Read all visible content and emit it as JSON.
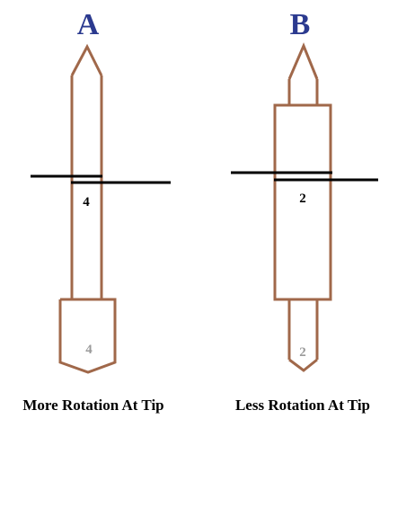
{
  "colors": {
    "shaft": "#a0684a",
    "line": "#000000",
    "title": "#2b3a8f",
    "caption": "#000000",
    "faded_label": "#9a9a9a"
  },
  "diagram_a": {
    "title": "A",
    "upper_label": "4",
    "lower_label": "4",
    "caption": "More Rotation At Tip"
  },
  "diagram_b": {
    "title": "B",
    "upper_label": "2",
    "lower_label": "2",
    "caption": "Less Rotation At Tip"
  }
}
